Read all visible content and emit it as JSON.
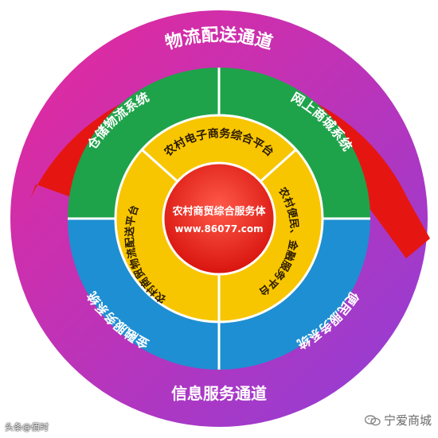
{
  "outer_ring": {
    "top_label": "物流配送通道",
    "bottom_label": "信息服务通道",
    "colors": {
      "red": "#e81414",
      "purple": "#b02ad0",
      "magenta": "#e8289a"
    }
  },
  "middle_ring": {
    "quadrants": [
      {
        "label": "仓储物流系统",
        "color": "#1fa34a"
      },
      {
        "label": "网上商城系统",
        "color": "#1fa34a"
      },
      {
        "label": "便民服务系统",
        "color": "#1e8fd2"
      },
      {
        "label": "金融服务系统",
        "color": "#1e8fd2"
      }
    ]
  },
  "inner_ring": {
    "color": "#f7c600",
    "segments": [
      {
        "label": "农村电子商务综合平台"
      },
      {
        "label": "农村便民、金融服务平台"
      },
      {
        "label": "农村商贸物流配送平台"
      }
    ]
  },
  "center": {
    "title": "农村商贸综合服务体",
    "url": "www.86077.com",
    "color": "#e8231c"
  },
  "watermarks": {
    "left": "头条@佰时",
    "right": "宁爱商城",
    "right_icon": "wechat-icon"
  }
}
